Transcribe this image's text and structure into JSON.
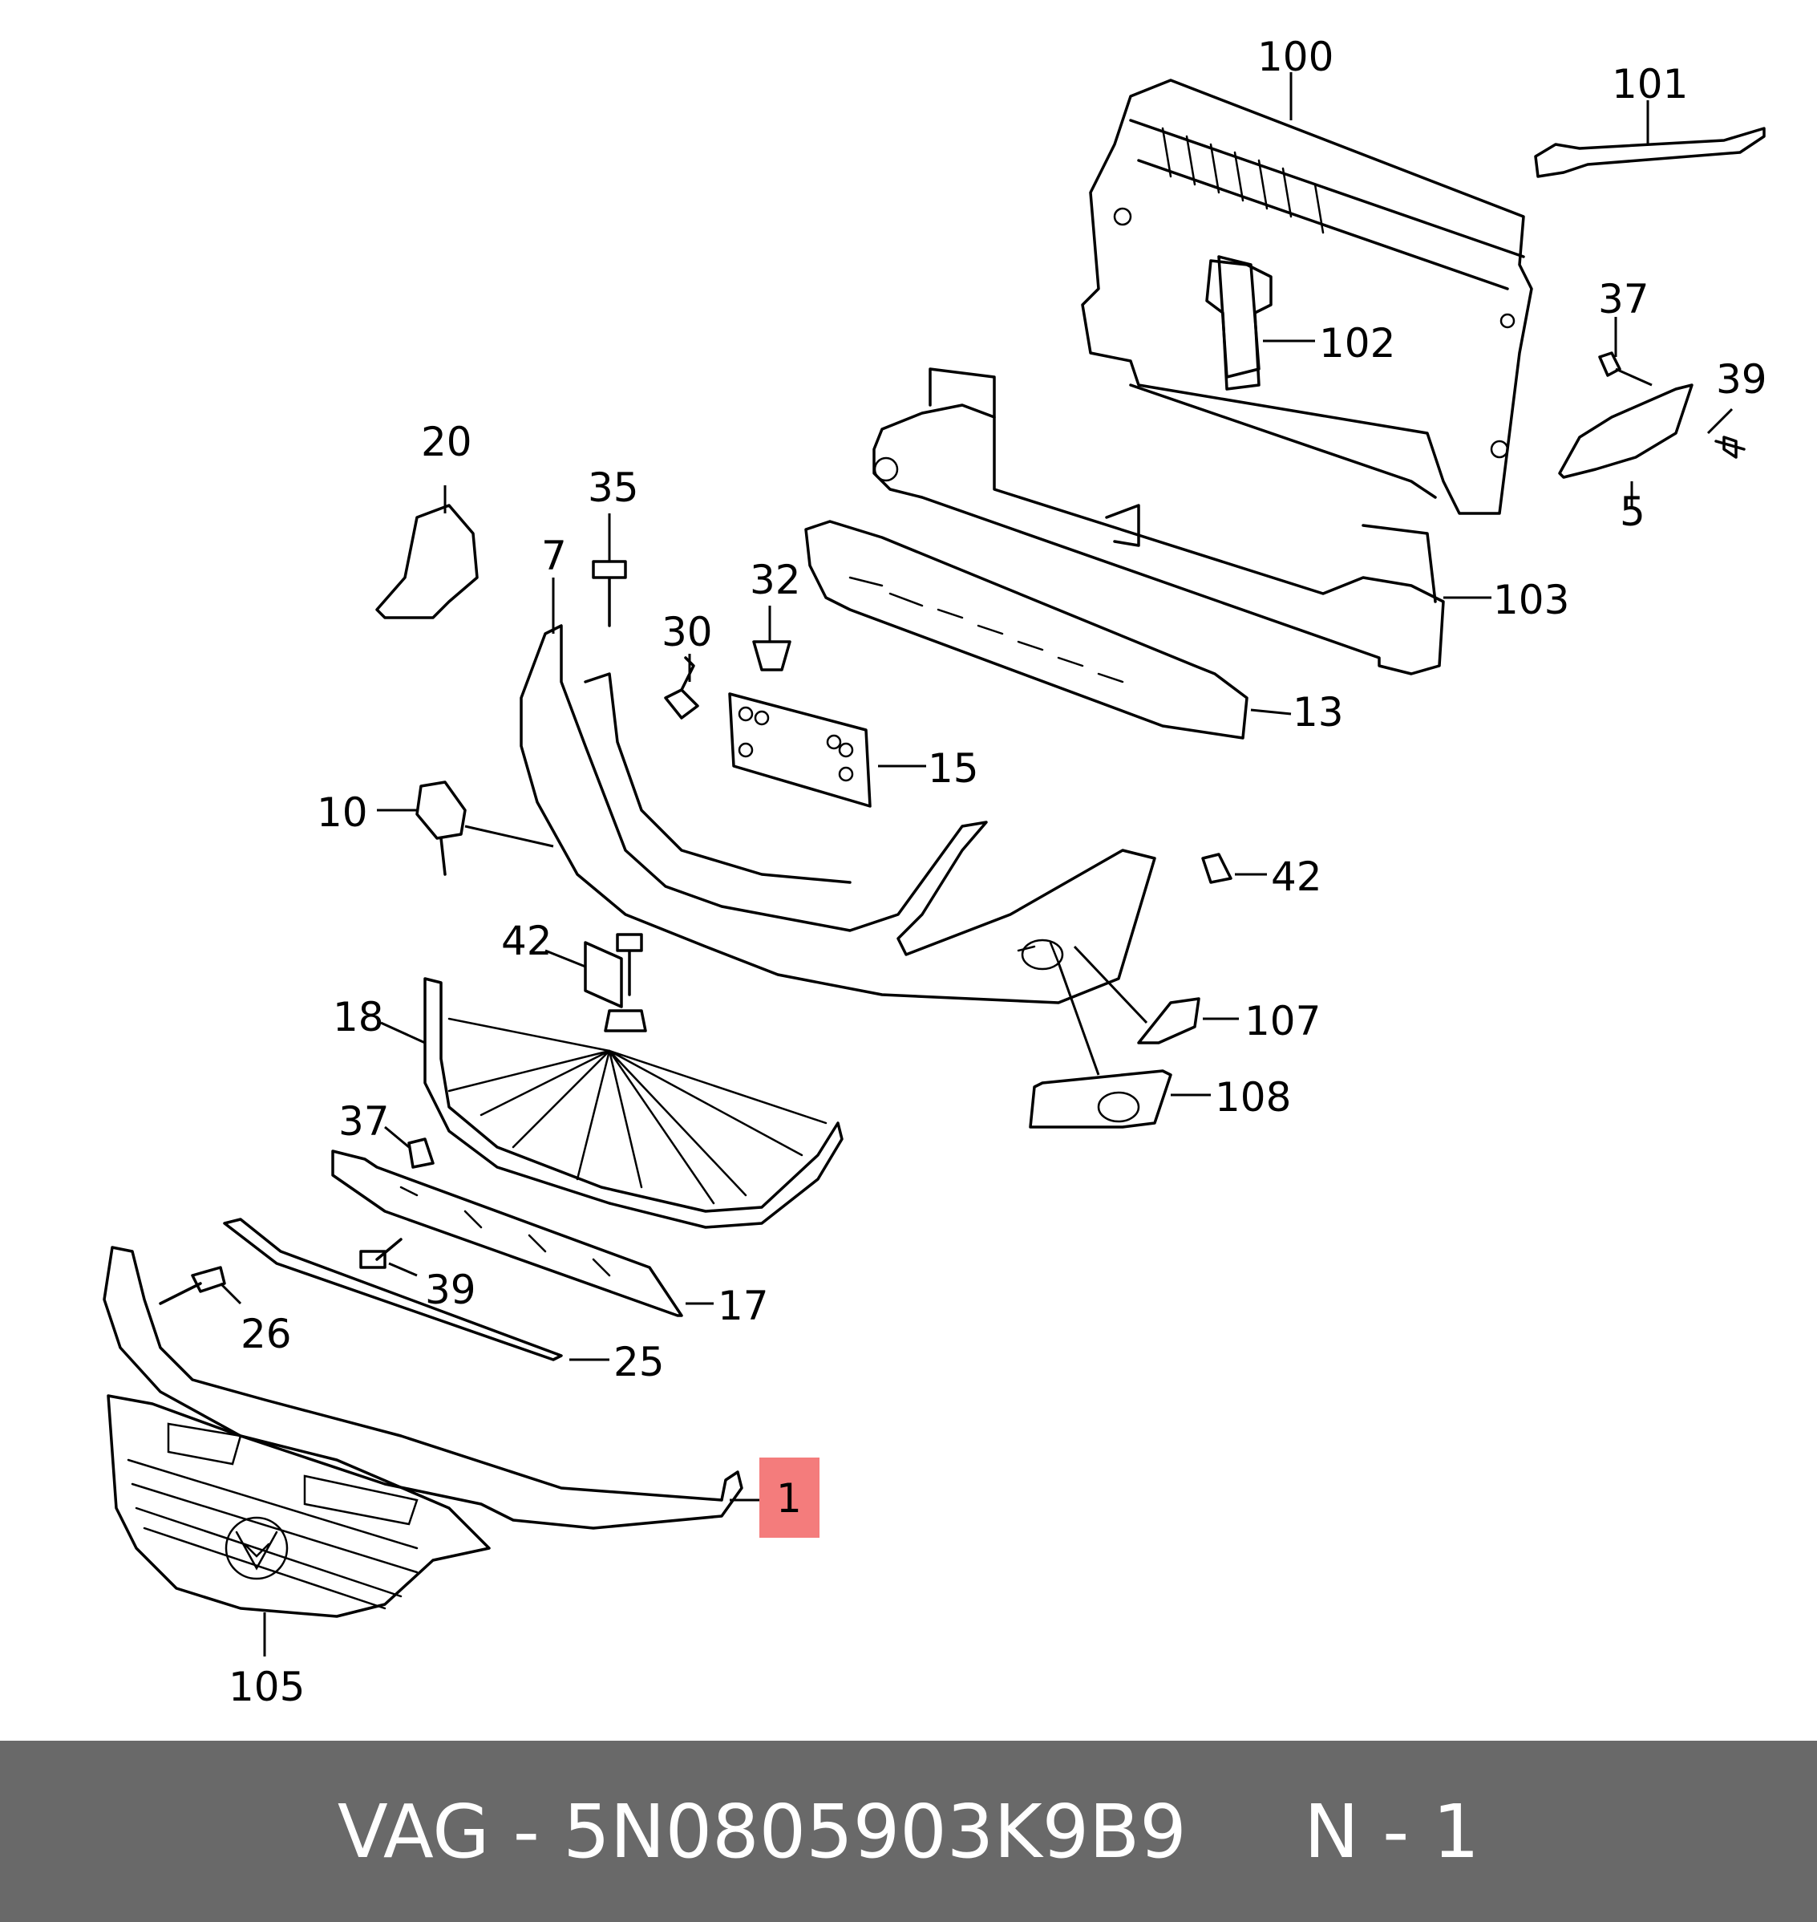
{
  "callouts": {
    "c100": "100",
    "c101": "101",
    "c102": "102",
    "c103": "103",
    "c37a": "37",
    "c39a": "39",
    "c5": "5",
    "c20": "20",
    "c35": "35",
    "c7": "7",
    "c32": "32",
    "c30": "30",
    "c13": "13",
    "c15": "15",
    "c10": "10",
    "c42a": "42",
    "c42b": "42",
    "c18": "18",
    "c107": "107",
    "c108": "108",
    "c37b": "37",
    "c39b": "39",
    "c17": "17",
    "c26": "26",
    "c25": "25",
    "c1": "1",
    "c105": "105"
  },
  "highlight": {
    "part": "1",
    "color": "#f47c7c"
  },
  "footer": {
    "brand": "VAG",
    "separator": " - ",
    "part_number": "5N0805903K9B9",
    "gap": "     ",
    "note": "N - 1"
  },
  "colors": {
    "footer_bg": "#696969",
    "footer_text": "#ffffff",
    "line": "#000000"
  }
}
